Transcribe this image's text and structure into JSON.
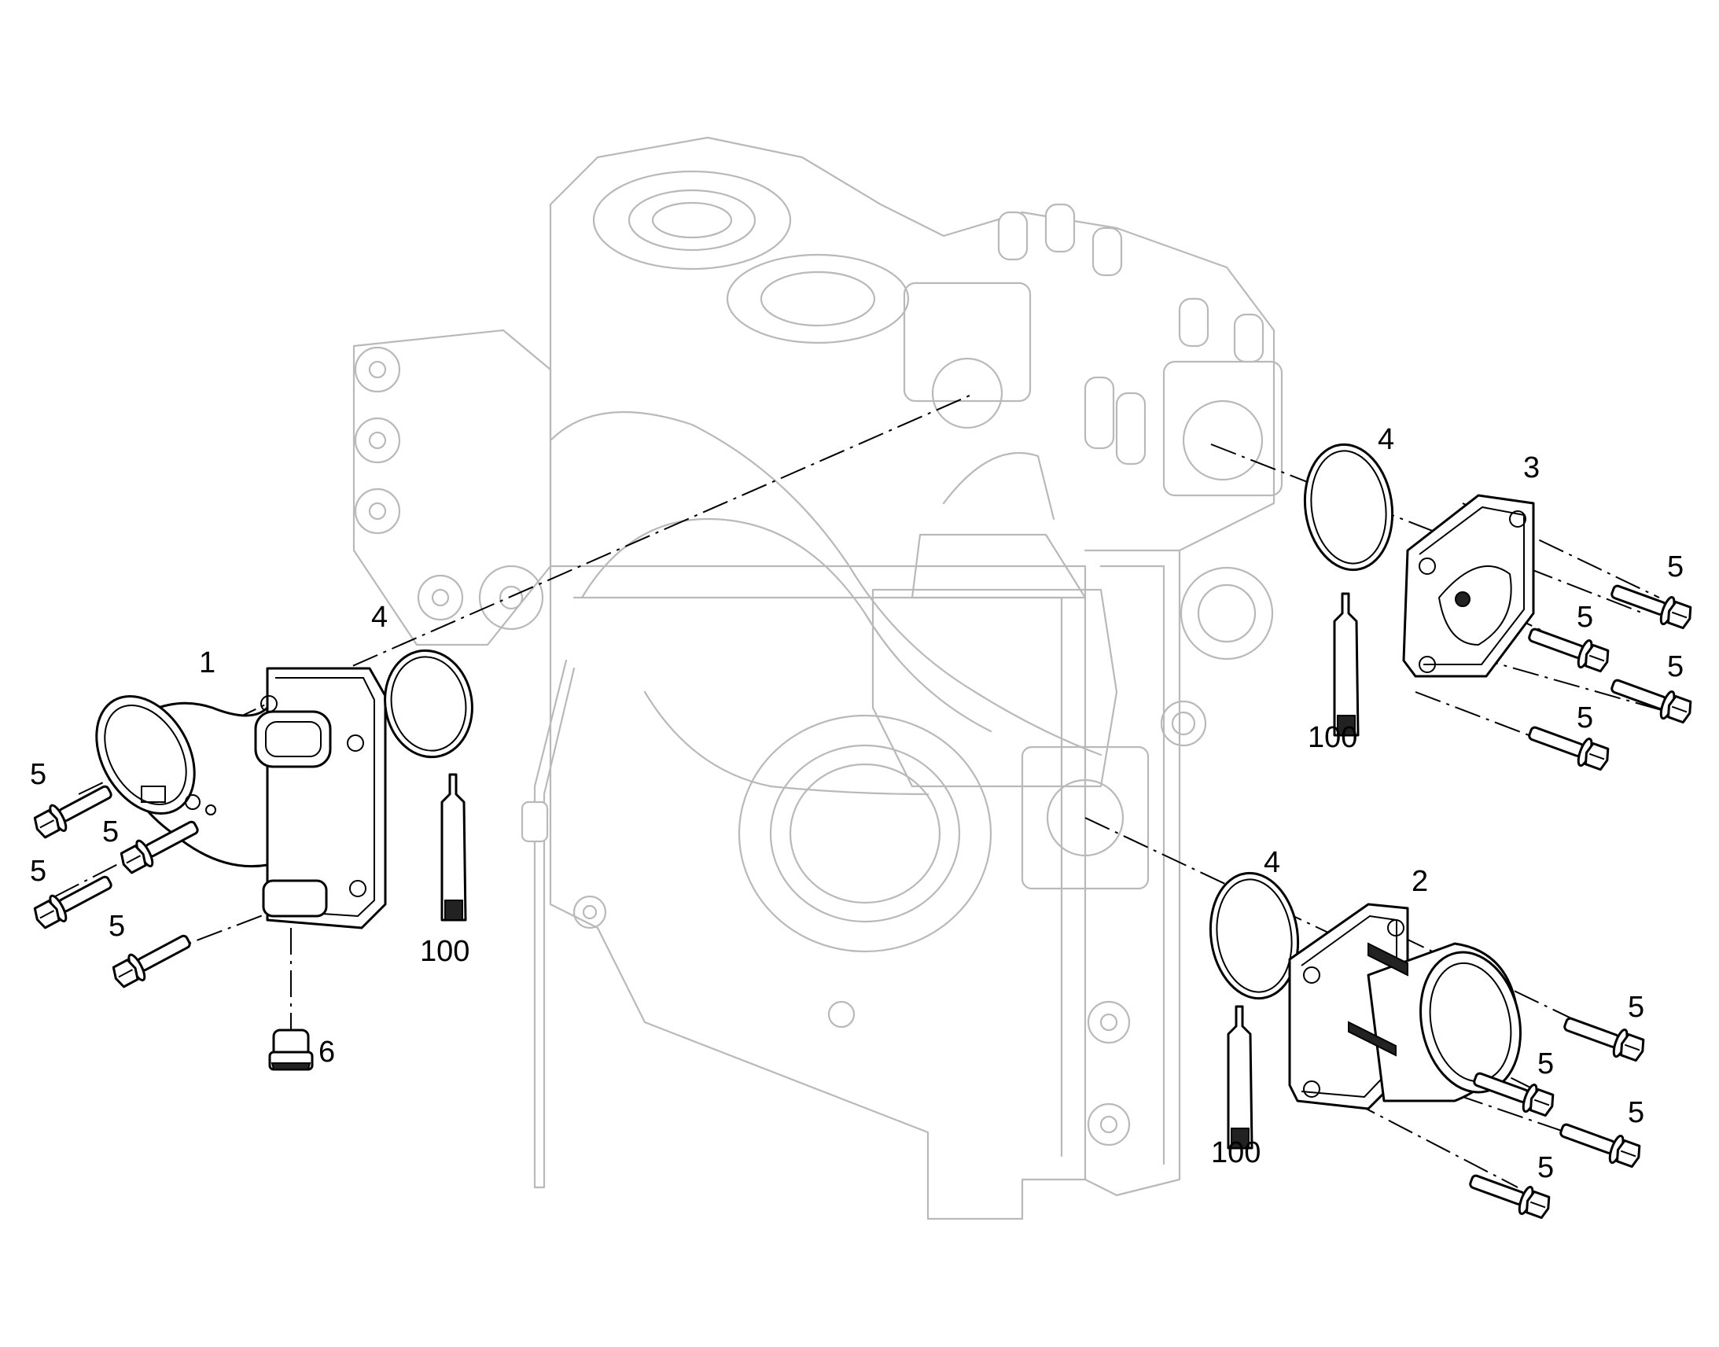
{
  "callouts": {
    "c1": "1",
    "c2": "2",
    "c3": "3",
    "c4a": "4",
    "c4b": "4",
    "c4c": "4",
    "c5a": "5",
    "c5b": "5",
    "c5c": "5",
    "c5d": "5",
    "c5e": "5",
    "c5f": "5",
    "c5g": "5",
    "c5h": "5",
    "c5i": "5",
    "c5j": "5",
    "c5k": "5",
    "c5l": "5",
    "c6": "6",
    "c100a": "100",
    "c100b": "100",
    "c100c": "100"
  },
  "colors": {
    "line": "#000000",
    "ghost": "#b9b9b9",
    "background": "#ffffff"
  }
}
